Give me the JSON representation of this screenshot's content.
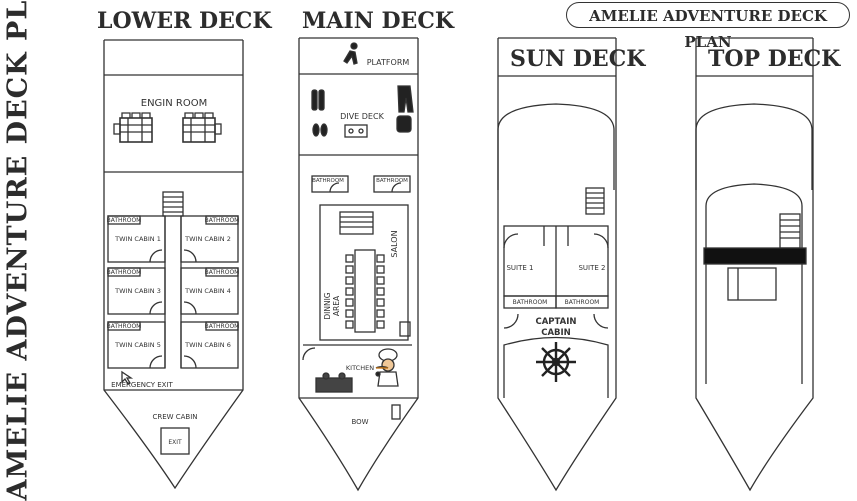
{
  "side_title": "AMELIE ADVENTURE DECK PLAN",
  "plan_badge": "AMELIE ADVENTURE DECK PLAN",
  "decks": {
    "lower": {
      "title": "LOWER DECK",
      "engine_room": "ENGIN ROOM",
      "bathroom": "BATHROOM",
      "cabins": [
        "TWIN CABIN 1",
        "TWIN CABIN 2",
        "TWIN CABIN 3",
        "TWIN CABIN 4",
        "TWIN CABIN 5",
        "TWIN CABIN 6"
      ],
      "emergency_exit": "EMERGENCY EXIT",
      "crew_cabin": "CREW CABIN",
      "exit": "EXIT"
    },
    "main": {
      "title": "MAIN DECK",
      "platform": "PLATFORM",
      "dive_deck": "DIVE DECK",
      "bathroom": "BATHROOM",
      "salon": "SALON",
      "dining_line1": "DINNIG",
      "dining_line2": "AREA",
      "kitchen": "KITCHEN",
      "bow": "BOW"
    },
    "sun": {
      "title": "SUN DECK",
      "suite1": "SUITE 1",
      "suite2": "SUITE 2",
      "bathroom": "BATHROOM",
      "captain_line1": "CAPTAIN",
      "captain_line2": "CABIN"
    },
    "top": {
      "title": "TOP DECK"
    }
  }
}
